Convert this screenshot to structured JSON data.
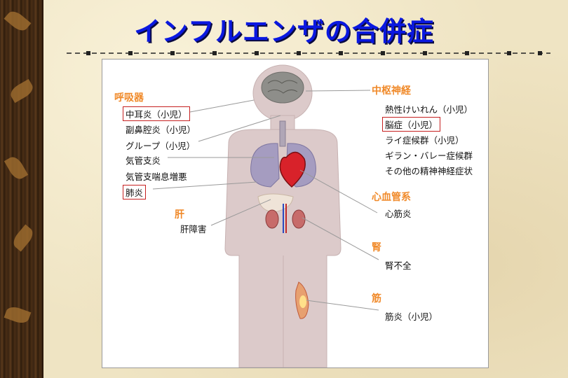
{
  "title": "インフルエンザの合併症",
  "colors": {
    "title": "#0a18e0",
    "category": "#f08a2a",
    "highlight_box": "#c62020"
  },
  "groups": {
    "respiratory": {
      "label": "呼吸器",
      "items": [
        "中耳炎（小児）",
        "副鼻腔炎（小児）",
        "グループ（小児）",
        "気管支炎",
        "気管支喘息増悪",
        "肺炎"
      ]
    },
    "liver": {
      "label": "肝",
      "items": [
        "肝障害"
      ]
    },
    "cns": {
      "label": "中枢神経",
      "items": [
        "熱性けいれん（小児）",
        "脳症（小児）",
        "ライ症候群（小児）",
        "ギラン・バレー症候群",
        "その他の精神神経症状"
      ]
    },
    "cardio": {
      "label": "心血管系",
      "items": [
        "心筋炎"
      ]
    },
    "kidney": {
      "label": "腎",
      "items": [
        "腎不全"
      ]
    },
    "muscle": {
      "label": "筋",
      "items": [
        "筋炎（小児）"
      ]
    }
  }
}
